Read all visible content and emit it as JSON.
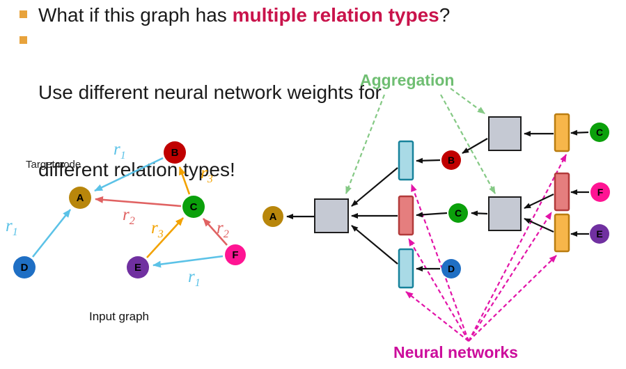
{
  "slide": {
    "background": "#FFFFFF",
    "bullets": {
      "b1_pre": "What if this graph has ",
      "b1_highlight": "multiple relation types",
      "b1_post": "?",
      "b2_line1": "Use different neural network weights for",
      "b2_line2": "different relation types!"
    }
  },
  "input_graph": {
    "target_node_label": "Target node",
    "caption": "Input graph",
    "nodes": {
      "A": "A",
      "B": "B",
      "C": "C",
      "D": "D",
      "E": "E",
      "F": "F"
    },
    "relations": {
      "r1": {
        "base": "r",
        "sub": "1"
      },
      "r2": {
        "base": "r",
        "sub": "2"
      },
      "r3": {
        "base": "r",
        "sub": "3"
      }
    },
    "edges": [
      {
        "from": "B",
        "to": "A",
        "relation": "r1"
      },
      {
        "from": "C",
        "to": "A",
        "relation": "r2"
      },
      {
        "from": "D",
        "to": "A",
        "relation": "r1"
      },
      {
        "from": "C",
        "to": "B",
        "relation": "r3"
      },
      {
        "from": "E",
        "to": "C",
        "relation": "r3"
      },
      {
        "from": "F",
        "to": "C",
        "relation": "r2"
      },
      {
        "from": "F",
        "to": "E",
        "relation": "r1"
      }
    ]
  },
  "computation_graph": {
    "aggregation_label": "Aggregation",
    "neural_networks_label": "Neural networks",
    "output_node": "A",
    "hop1_nodes": [
      "B",
      "C",
      "D"
    ],
    "hop2_nodes": [
      "C",
      "F",
      "E"
    ]
  },
  "colors": {
    "bullet_square": "#E8A33C",
    "body_text": "#1A1A1A",
    "highlight_text": "#C9134B",
    "aggregation_text": "#6FBE72",
    "aggregation_arrow": "#85C985",
    "neural_networks_text": "#CC0D9C",
    "neural_networks_arrow": "#E214A8",
    "node_A": "#B8860B",
    "node_B": "#C00000",
    "node_C": "#0BA00B",
    "node_D": "#1F6FC4",
    "node_E": "#7030A0",
    "node_F": "#FF1493",
    "r1": "#5BC2E7",
    "r2": "#E06262",
    "r3": "#F2A200",
    "comp_arrow": "#111111",
    "agg_box_fill": "#C5C9D3",
    "agg_box_border": "#1E1E1E",
    "nn_cyan_fill": "#A9DAE6",
    "nn_cyan_border": "#17829B",
    "nn_red_fill": "#E57E7E",
    "nn_red_border": "#B23A3A",
    "nn_orange_fill": "#F7B64A",
    "nn_orange_border": "#BA7D10"
  }
}
